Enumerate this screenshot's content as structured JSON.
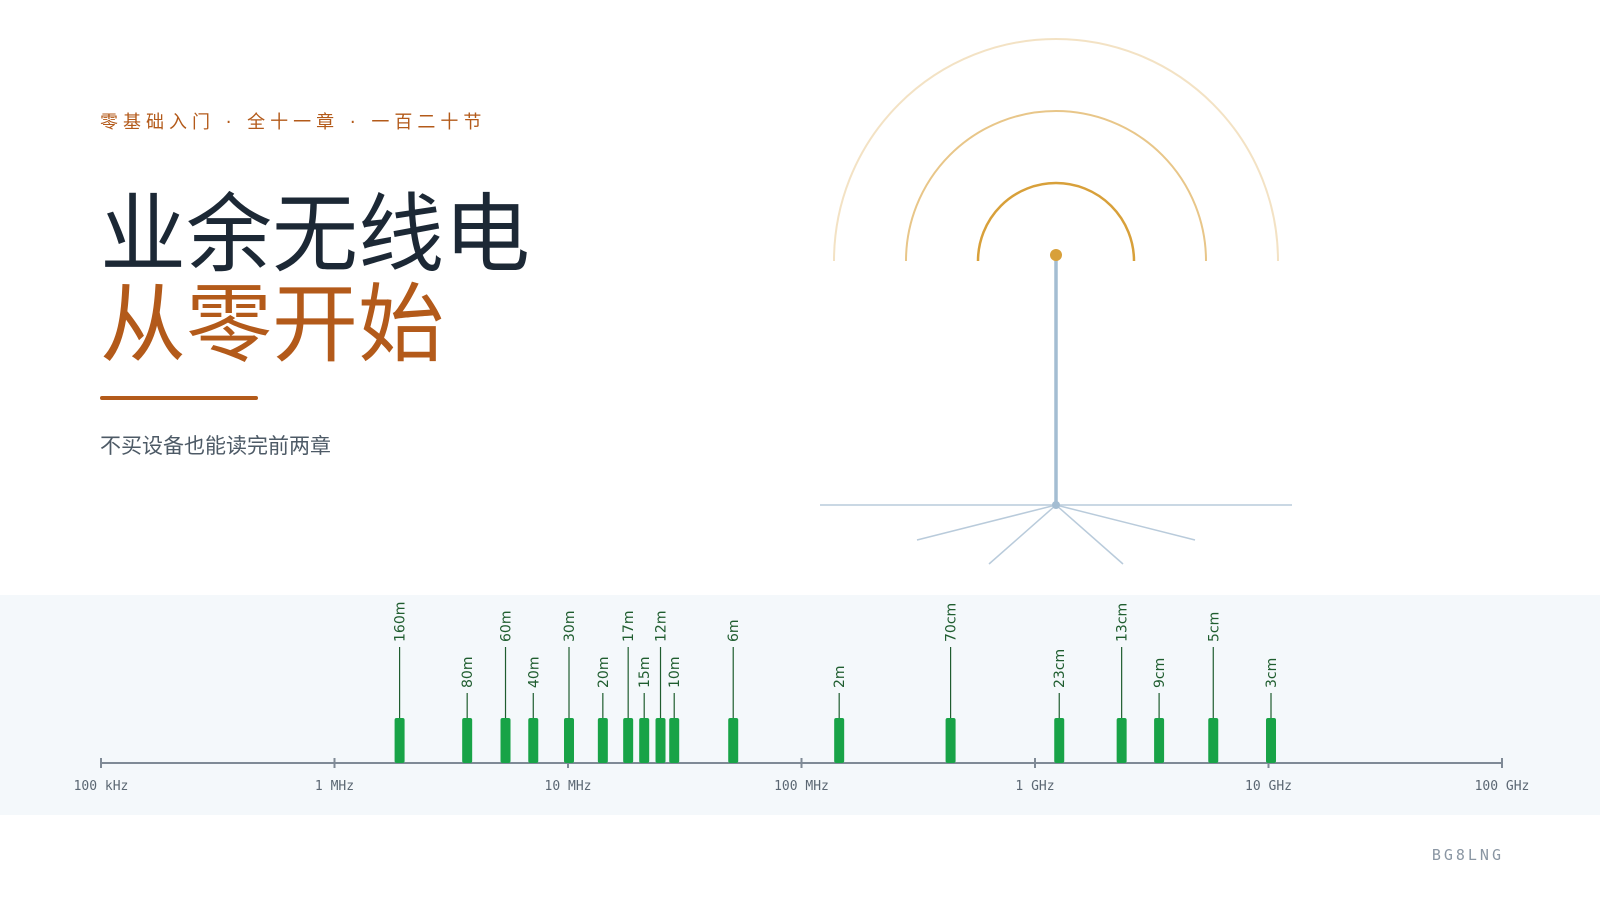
{
  "header": {
    "eyebrow": "零基础入门 · 全十一章 · 一百二十节",
    "title_line1": "业余无线电",
    "title_line2": "从零开始",
    "subtitle": "不买设备也能读完前两章"
  },
  "colors": {
    "accent": "#b35a1a",
    "title": "#1c2835",
    "band": "#18a347",
    "band_label": "#1f5d2f",
    "axis": "#7f8a96",
    "antenna_mast": "#a4bdd2",
    "antenna_tip": "#d8a03a"
  },
  "spectrum": {
    "ticks": [
      {
        "label": "100 kHz",
        "exp": 5
      },
      {
        "label": "1 MHz",
        "exp": 6
      },
      {
        "label": "10 MHz",
        "exp": 7
      },
      {
        "label": "100 MHz",
        "exp": 8
      },
      {
        "label": "1 GHz",
        "exp": 9
      },
      {
        "label": "10 GHz",
        "exp": 10
      },
      {
        "label": "100 GHz",
        "exp": 11
      }
    ],
    "bands": [
      {
        "label": "160m",
        "freq_mhz": 1.9,
        "label_tier": "high"
      },
      {
        "label": "80m",
        "freq_mhz": 3.7,
        "label_tier": "low"
      },
      {
        "label": "60m",
        "freq_mhz": 5.4,
        "label_tier": "high"
      },
      {
        "label": "40m",
        "freq_mhz": 7.1,
        "label_tier": "low"
      },
      {
        "label": "30m",
        "freq_mhz": 10.1,
        "label_tier": "high"
      },
      {
        "label": "20m",
        "freq_mhz": 14.1,
        "label_tier": "low"
      },
      {
        "label": "17m",
        "freq_mhz": 18.1,
        "label_tier": "high"
      },
      {
        "label": "15m",
        "freq_mhz": 21.2,
        "label_tier": "low"
      },
      {
        "label": "12m",
        "freq_mhz": 24.9,
        "label_tier": "high"
      },
      {
        "label": "10m",
        "freq_mhz": 28.5,
        "label_tier": "low"
      },
      {
        "label": "6m",
        "freq_mhz": 51,
        "label_tier": "high"
      },
      {
        "label": "2m",
        "freq_mhz": 145,
        "label_tier": "low"
      },
      {
        "label": "70cm",
        "freq_mhz": 435,
        "label_tier": "high"
      },
      {
        "label": "23cm",
        "freq_mhz": 1270,
        "label_tier": "low"
      },
      {
        "label": "13cm",
        "freq_mhz": 2350,
        "label_tier": "high"
      },
      {
        "label": "9cm",
        "freq_mhz": 3400,
        "label_tier": "low"
      },
      {
        "label": "5cm",
        "freq_mhz": 5800,
        "label_tier": "high"
      },
      {
        "label": "3cm",
        "freq_mhz": 10250,
        "label_tier": "low"
      }
    ]
  },
  "footer": {
    "callsign": "BG8LNG"
  }
}
